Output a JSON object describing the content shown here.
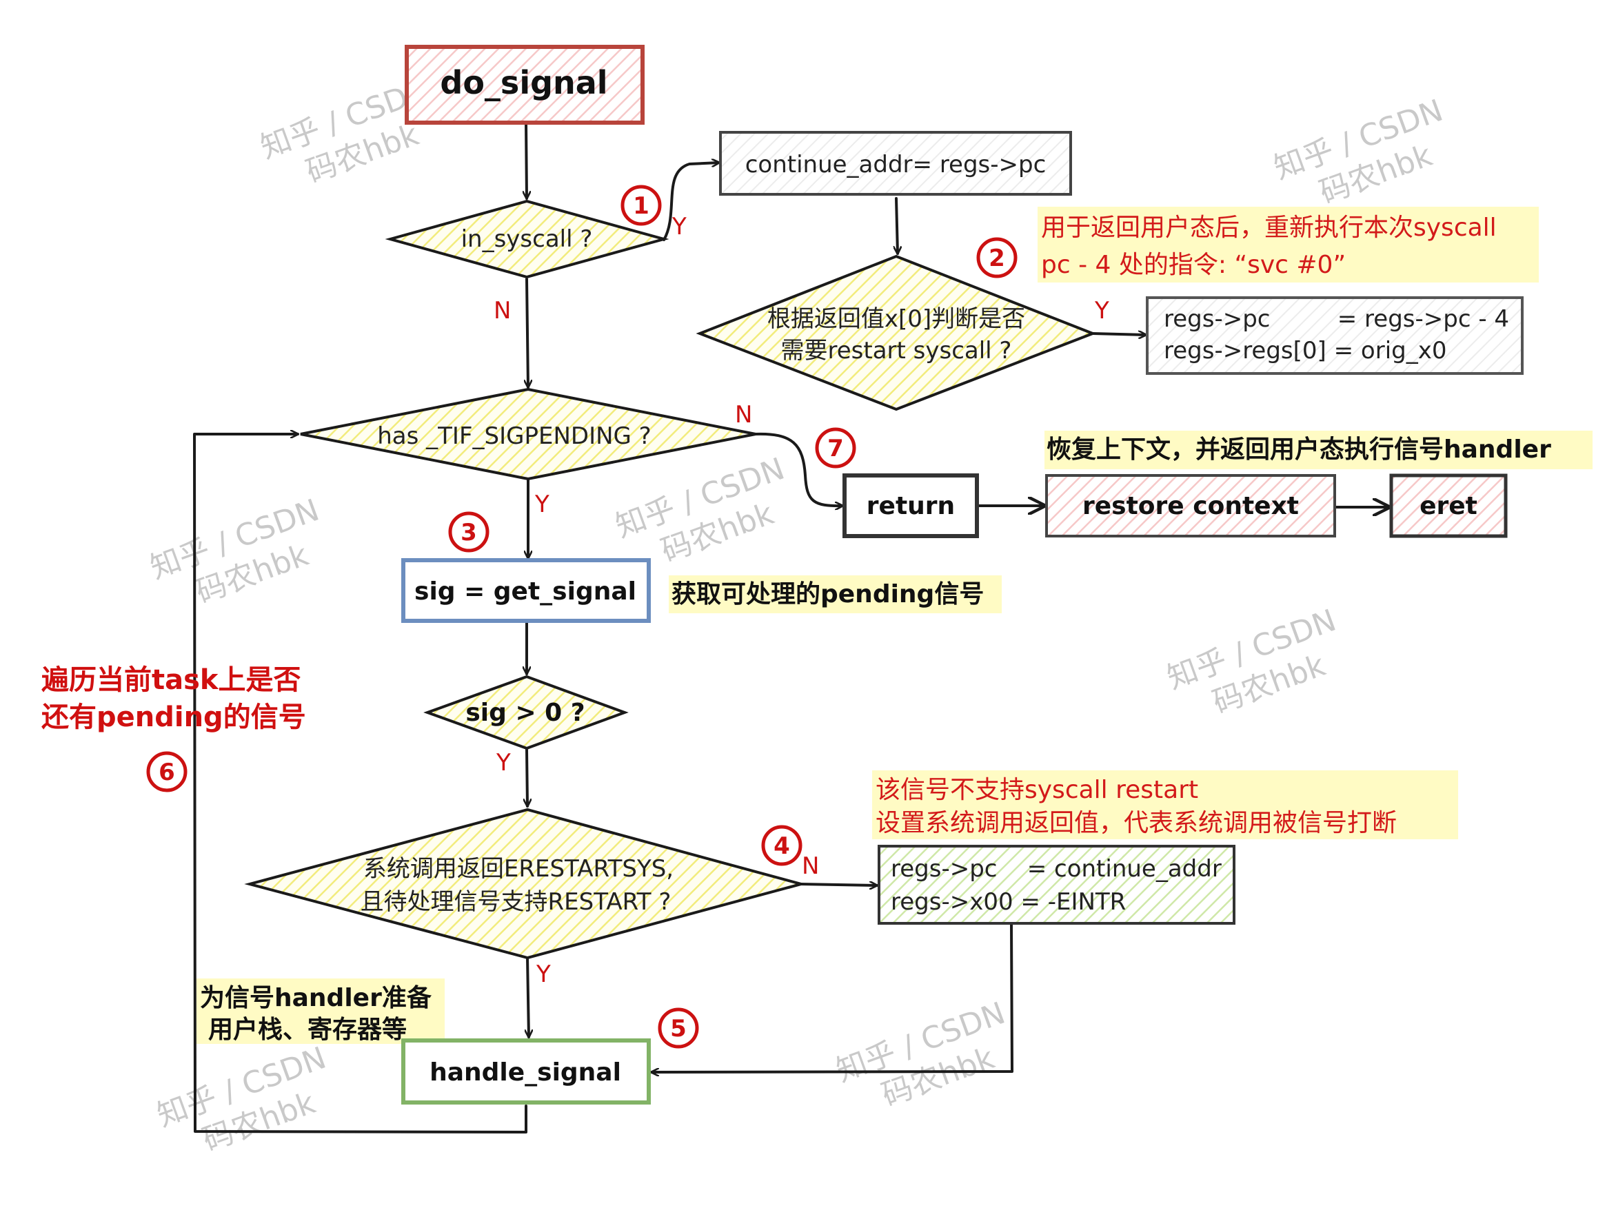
{
  "nodes": {
    "do_signal": "do_signal",
    "in_syscall": "in_syscall ?",
    "continue_addr": "continue_addr= regs->pc",
    "restart_q_line1": "根据返回值x[0]判断是否",
    "restart_q_line2": "需要restart syscall ?",
    "regs_restore_line1": "regs->pc         = regs->pc - 4",
    "regs_restore_line2": "regs->regs[0] = orig_x0",
    "has_sigpending": "has _TIF_SIGPENDING ?",
    "return": "return",
    "restore_context": "restore context",
    "eret": "eret",
    "get_signal": "sig = get_signal",
    "sig_gt_0": "sig > 0 ?",
    "erestart_q_line1": "系统调用返回ERESTARTSYS,",
    "erestart_q_line2": "且待处理信号支持RESTART ?",
    "eintr_line1": "regs->pc    = continue_addr",
    "eintr_line2": "regs->x00 = -EINTR",
    "handle_signal": "handle_signal"
  },
  "branch_labels": {
    "in_syscall_yes": "Y",
    "in_syscall_no": "N",
    "restart_yes": "Y",
    "pending_no": "N",
    "pending_yes": "Y",
    "sig_yes": "Y",
    "erestart_no": "N",
    "erestart_yes": "Y"
  },
  "step_numbers": [
    "1",
    "2",
    "3",
    "4",
    "5",
    "6",
    "7"
  ],
  "notes": {
    "note2_line1": "用于返回用户态后，重新执行本次syscall",
    "note2_line2": "pc - 4 处的指令: “svc #0”",
    "note7": "恢复上下文，并返回用户态执行信号handler",
    "note3": "获取可处理的pending信号",
    "note6_line1": "遍历当前task上是否",
    "note6_line2": "还有pending的信号",
    "note4_line1": "该信号不支持syscall restart",
    "note4_line2": "设置系统调用返回值，代表系统调用被信号打断",
    "note5_line1": "为信号handler准备",
    "note5_line2": "用户栈、寄存器等"
  },
  "watermark": {
    "line1": "知乎 / CSDN",
    "line2": "码农hbk"
  },
  "colors": {
    "red_box": "#b8443b",
    "blue_box": "#6c8ebf",
    "green_box": "#82b366",
    "yellow_fill": "#fff7a8",
    "note_highlight": "#fffbc4",
    "step_red": "#cc1111"
  }
}
